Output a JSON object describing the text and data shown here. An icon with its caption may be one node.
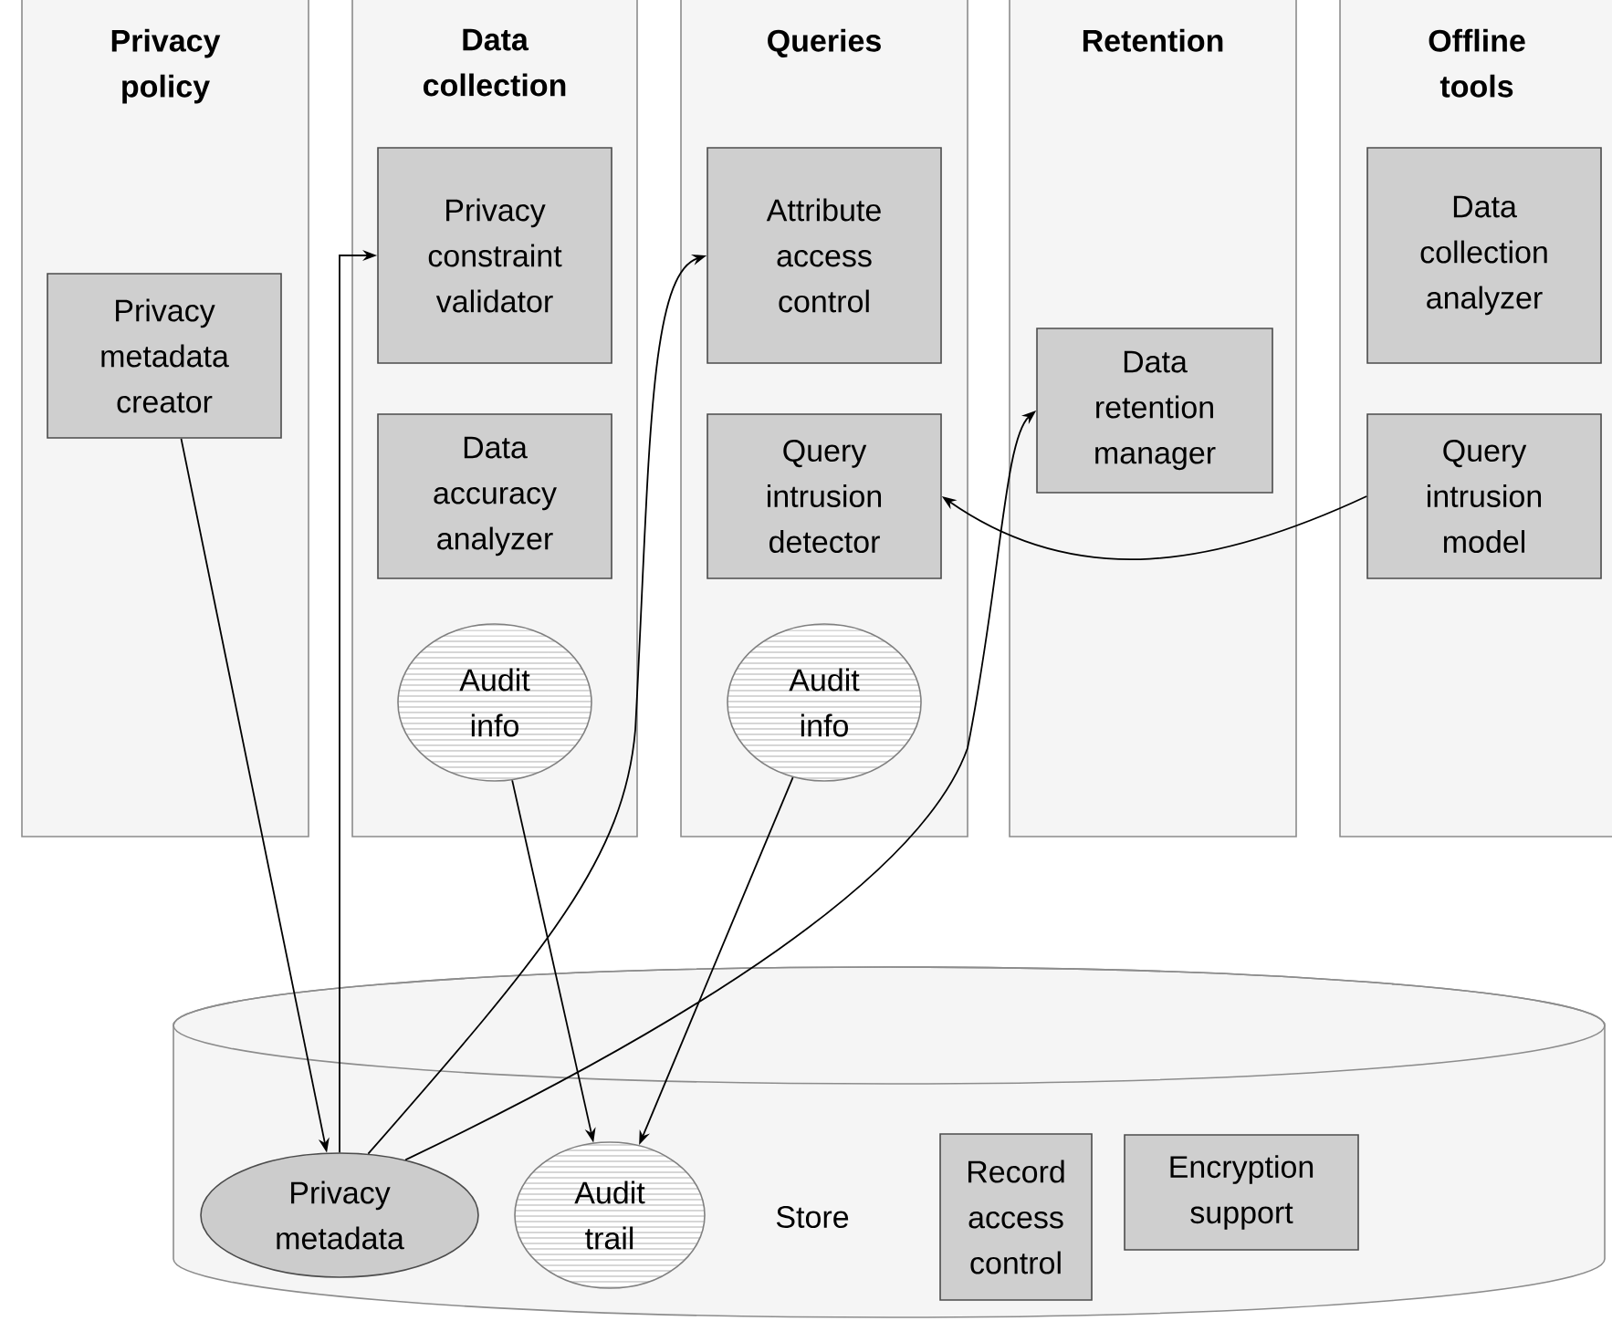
{
  "diagram": {
    "nodes": [
      {
        "text": [
          "Privacy policy"
        ]
      },
      {
        "text": [
          "Privacy metadata creator"
        ],
        "in": 0
      },
      {
        "text": [
          "Data collection"
        ]
      },
      {
        "text": [
          "Privacy constraint validator"
        ],
        "in": 2
      },
      {
        "text": [
          "Data accuracy analyzer"
        ],
        "in": 2
      },
      {
        "text": [
          "Audit info"
        ],
        "in": 2
      },
      {
        "text": [
          "Queries"
        ]
      },
      {
        "text": [
          "Attribute access control"
        ],
        "in": 6
      },
      {
        "text": [
          "Query intrusion detector"
        ],
        "in": 6
      },
      {
        "text": [
          "Audit info"
        ],
        "in": 6
      },
      {
        "text": [
          "Retention"
        ]
      },
      {
        "text": [
          "Data retention manager"
        ],
        "in": 10
      },
      {
        "text": [
          "Offline tools"
        ]
      },
      {
        "text": [
          "Data collection analyzer"
        ],
        "in": 12
      },
      {
        "text": [
          "Query intrusion model"
        ],
        "in": 12
      },
      {
        "text": [
          "Store"
        ]
      },
      {
        "text": [
          "Privacy metadata"
        ],
        "in": 15
      },
      {
        "text": [
          "Audit trail"
        ],
        "in": 15
      },
      {
        "text": [
          "Record access control"
        ],
        "in": 15
      },
      {
        "text": [
          "Encryption support"
        ],
        "in": 15
      }
    ],
    "edges": [
      {
        "from": 1,
        "to": 16,
        "arrow": "to"
      },
      {
        "from": 16,
        "to": 3,
        "arrow": "to"
      },
      {
        "from": 16,
        "to": 7,
        "arrow": "to"
      },
      {
        "from": 16,
        "to": 11,
        "arrow": "to"
      },
      {
        "from": 5,
        "to": 17,
        "arrow": "to"
      },
      {
        "from": 9,
        "to": 17,
        "arrow": "to"
      },
      {
        "from": 14,
        "to": 8,
        "arrow": "to"
      }
    ]
  }
}
